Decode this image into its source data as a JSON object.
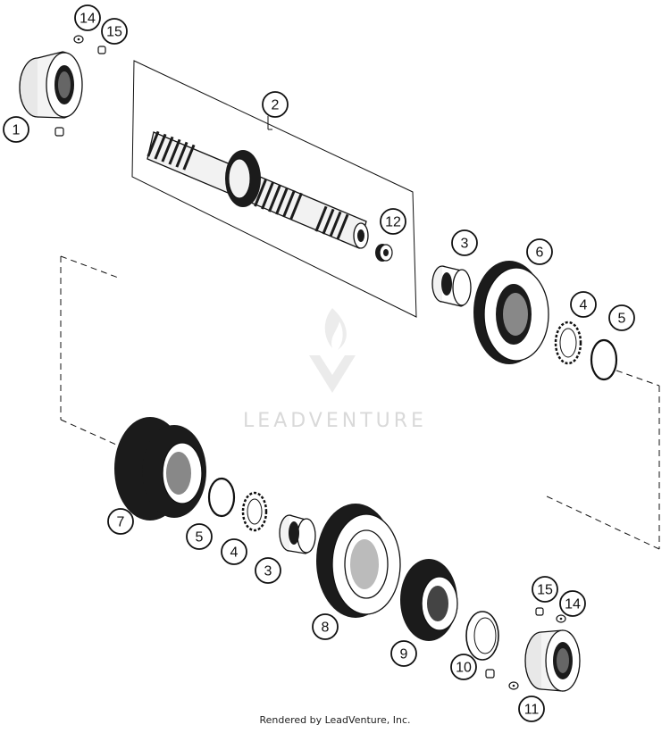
{
  "callouts": {
    "c1": "1",
    "c2": "2",
    "c3a": "3",
    "c3b": "3",
    "c4a": "4",
    "c4b": "4",
    "c5a": "5",
    "c5b": "5",
    "c6": "6",
    "c7": "7",
    "c8": "8",
    "c9": "9",
    "c10": "10",
    "c11": "11",
    "c12": "12",
    "c14a": "14",
    "c14b": "14",
    "c15a": "15",
    "c15b": "15"
  },
  "watermark": {
    "text": "LEADVENTURE"
  },
  "footer": {
    "text": "Rendered by LeadVenture, Inc."
  }
}
